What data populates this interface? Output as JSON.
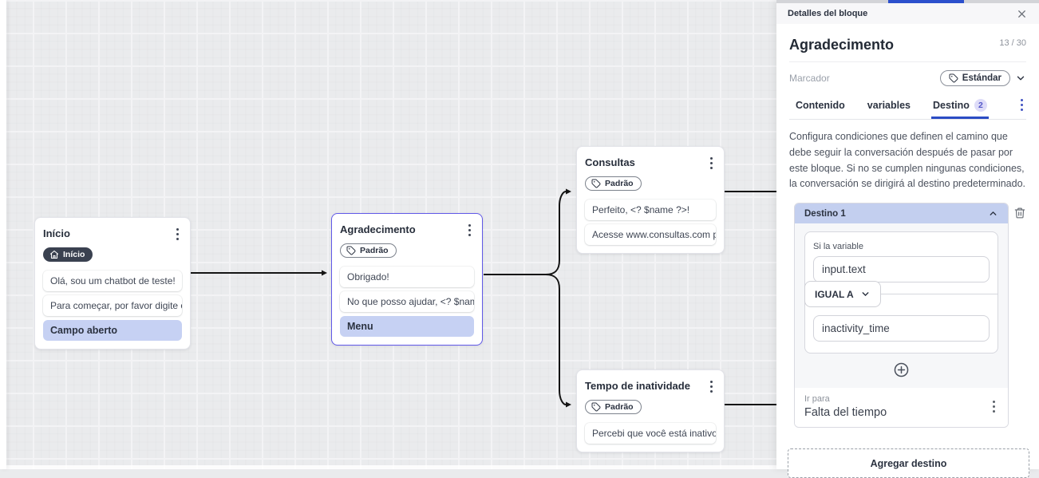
{
  "canvas": {
    "nodes": [
      {
        "title": "Início",
        "badge": {
          "style": "dark",
          "icon": "home-icon",
          "label": "Início"
        },
        "messages": [
          {
            "text": "Olá, sou um chatbot de teste!",
            "variant": "plain"
          },
          {
            "text": "Para começar, por favor digite o ...",
            "variant": "plain"
          },
          {
            "text": "Campo aberto",
            "variant": "highlight"
          }
        ]
      },
      {
        "title": "Agradecimento",
        "badge": {
          "style": "outline",
          "icon": "tag-icon",
          "label": "Padrão"
        },
        "messages": [
          {
            "text": "Obrigado!",
            "variant": "plain"
          },
          {
            "text": "No que posso ajudar, <? $name ...",
            "variant": "plain"
          },
          {
            "text": "Menu",
            "variant": "highlight"
          }
        ]
      },
      {
        "title": "Consultas",
        "badge": {
          "style": "outline",
          "icon": "tag-icon",
          "label": "Padrão"
        },
        "messages": [
          {
            "text": "Perfeito, <? $name ?>!",
            "variant": "plain"
          },
          {
            "text": "Acesse www.consultas.com par...",
            "variant": "plain"
          }
        ]
      },
      {
        "title": "Tempo de inatividade",
        "badge": {
          "style": "outline",
          "icon": "tag-icon",
          "label": "Padrão"
        },
        "messages": [
          {
            "text": "Percebi que você está inativo. C...",
            "variant": "plain"
          }
        ]
      }
    ]
  },
  "panel": {
    "header": {
      "title": "Detalles del bloque"
    },
    "block": {
      "title": "Agradecimento",
      "counter": "13 / 30"
    },
    "marker": {
      "label": "Marcador",
      "chip": "Estándar"
    },
    "tabs": [
      {
        "label": "Contenido"
      },
      {
        "label": "variables"
      },
      {
        "label": "Destino",
        "badge": "2"
      }
    ],
    "description": "Configura condiciones que definen el camino que debe seguir la conversación después de pasar por este bloque. Si no se cumplen ningunas condiciones, la conversación se dirigirá al destino predeterminado.",
    "destination": {
      "header": "Destino 1",
      "condition": {
        "label": "Si la variable",
        "variable": "input.text",
        "operator": "IGUAL A",
        "value": "inactivity_time"
      },
      "goto": {
        "label": "Ir para",
        "value": "Falta del tiempo"
      }
    },
    "add_button": "Agregar destino"
  },
  "colors": {
    "accent_blue": "#2b4cc4",
    "destination_header": "#c3cfef",
    "highlight_message": "#c6d1f3",
    "dark_badge": "#3a4150",
    "edge": "#141414",
    "tab_badge_bg": "#dedcf8",
    "tab_badge_text": "#5458c8"
  }
}
